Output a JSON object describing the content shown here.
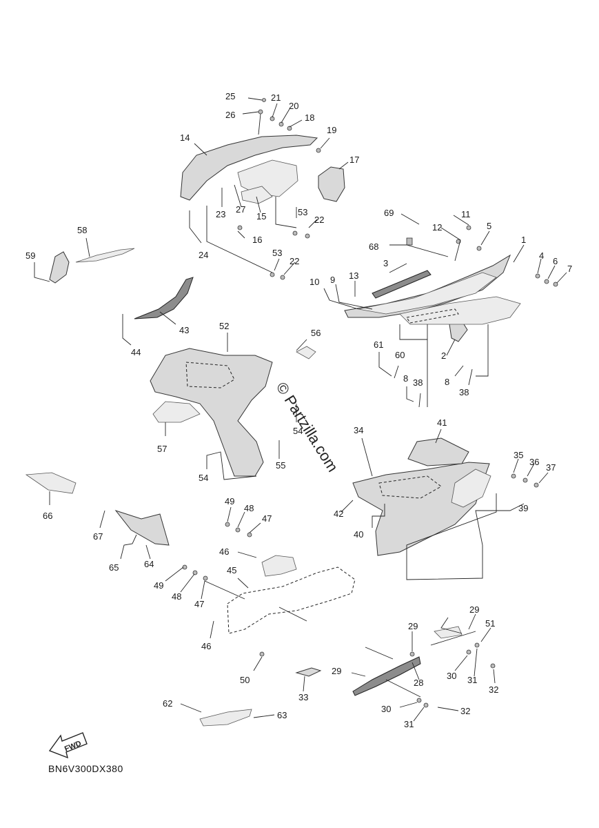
{
  "diagram": {
    "code": "BN6V300DX380",
    "watermark": "© Partzilla.com",
    "fwd_label": "FWD",
    "callouts": [
      "1",
      "2",
      "3",
      "4",
      "5",
      "6",
      "7",
      "8",
      "8",
      "9",
      "10",
      "11",
      "12",
      "13",
      "14",
      "15",
      "16",
      "17",
      "18",
      "19",
      "20",
      "21",
      "22",
      "22",
      "23",
      "24",
      "25",
      "26",
      "27",
      "28",
      "29",
      "29",
      "29",
      "30",
      "30",
      "31",
      "31",
      "32",
      "32",
      "33",
      "34",
      "35",
      "36",
      "37",
      "38",
      "38",
      "39",
      "40",
      "41",
      "42",
      "43",
      "44",
      "45",
      "46",
      "46",
      "47",
      "47",
      "48",
      "48",
      "49",
      "49",
      "50",
      "51",
      "52",
      "53",
      "53",
      "54",
      "54",
      "55",
      "56",
      "57",
      "58",
      "59",
      "60",
      "61",
      "62",
      "63",
      "64",
      "65",
      "66",
      "67",
      "68",
      "69"
    ]
  }
}
